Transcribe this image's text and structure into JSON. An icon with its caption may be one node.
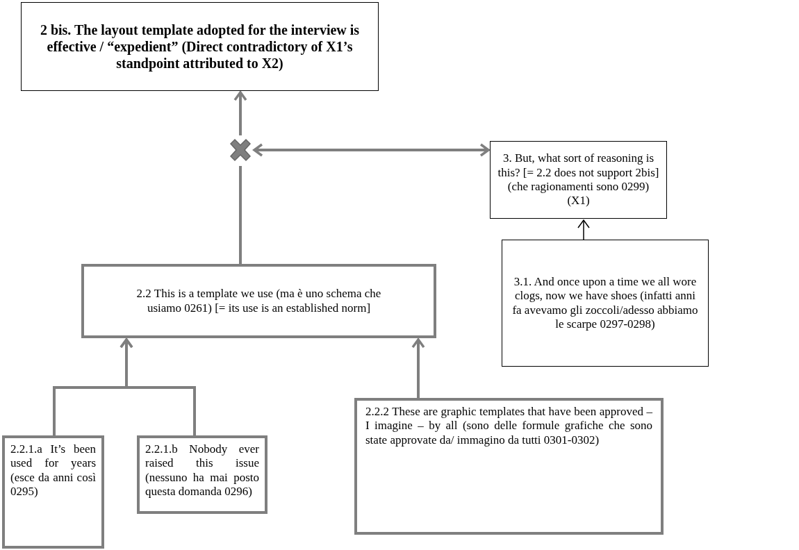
{
  "diagram": {
    "nodes": [
      {
        "text": [
          "2 bis. The layout template adopted for the interview is effective / “expedient” (Direct contradictory of X1’s standpoint attributed to X2)"
        ]
      },
      {
        "text": [],
        "shape": "cross"
      },
      {
        "text": [
          "3. But, what sort of reasoning is this? [= 2.2 does not support 2bis] (che ragionamenti sono 0299) (X1)"
        ]
      },
      {
        "text": [
          "3.1. And once upon a time we all wore clogs, now we have shoes (infatti anni fa avevamo gli zoccoli/adesso abbiamo le scarpe 0297-0298)"
        ]
      },
      {
        "text": [
          "2.2 This is a template we use (ma è uno schema che usiamo 0261) [= its use is an established norm]"
        ]
      },
      {
        "text": [
          "2.2.1.a It’s been used for years (esce da anni così 0295)"
        ]
      },
      {
        "text": [
          "2.2.1.b Nobody ever raised this issue (nessuno ha mai posto questa domanda 0296)"
        ]
      },
      {
        "text": [
          "2.2.2 These are graphic templates that have been approved – I imagine – by all (sono delle formule grafiche che sono state approvate da/ immagino da tutti 0301-0302)"
        ]
      }
    ],
    "edges": [
      {
        "from": 4,
        "to": 1,
        "arrow": "none"
      },
      {
        "from": 1,
        "to": 0,
        "arrow": "to"
      },
      {
        "from": 1,
        "to": 2,
        "arrow": "both"
      },
      {
        "from": 3,
        "to": 2,
        "arrow": "to",
        "color": "#000000"
      },
      {
        "from": 5,
        "to": 4,
        "arrow": "to"
      },
      {
        "from": 6,
        "to": 4,
        "arrow": "to"
      },
      {
        "from": 7,
        "to": 4,
        "arrow": "to"
      }
    ]
  }
}
